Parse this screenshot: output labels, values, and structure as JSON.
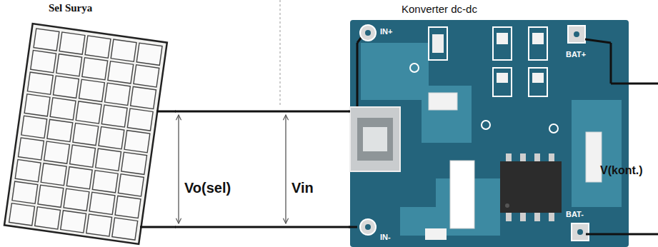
{
  "diagram": {
    "nodes": [
      {
        "text": [
          "Sel Surya"
        ]
      },
      {
        "text": [
          "Konverter dc-dc"
        ]
      }
    ],
    "edges": [
      {
        "from": 0,
        "to": 1,
        "arrow": "none"
      },
      {
        "from": 0,
        "to": 1,
        "arrow": "none"
      }
    ],
    "labels": [
      "Vo(sel)",
      "Vin",
      "V(kont.)",
      "IN+",
      "IN-",
      "BAT+",
      "BAT-"
    ]
  }
}
